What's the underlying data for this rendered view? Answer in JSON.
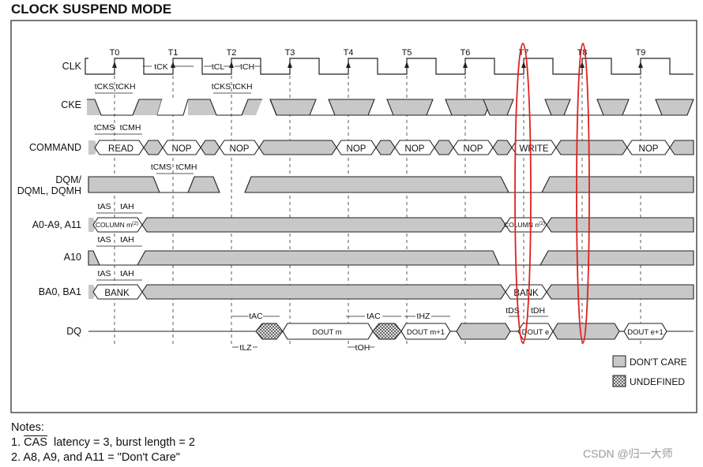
{
  "title": "CLOCK SUSPEND MODE",
  "signals": {
    "clk": "CLK",
    "cke": "CKE",
    "command": "COMMAND",
    "dqm_1": "DQM/",
    "dqm_2": "DQML, DQMH",
    "a0a9": "A0-A9, A11",
    "a10": "A10",
    "ba": "BA0, BA1",
    "dq": "DQ"
  },
  "clock_ticks": [
    "T0",
    "T1",
    "T2",
    "T3",
    "T4",
    "T5",
    "T6",
    "T7",
    "T8",
    "T9"
  ],
  "commands": {
    "read": "READ",
    "nop1": "NOP",
    "nop2": "NOP",
    "nop3": "NOP",
    "nop4": "NOP",
    "nop5": "NOP",
    "write": "WRITE",
    "nop6": "NOP"
  },
  "address": {
    "col_m": "COLUMN m",
    "col_m_sup": "(2)",
    "col_n": "COLUMN n",
    "col_n_sup": "(2)",
    "bank1": "BANK",
    "bank2": "BANK"
  },
  "data": {
    "dout_m": "DOUT m",
    "dout_m1": "DOUT m+1",
    "dout_e": "DOUT e",
    "dout_e1": "DOUT e+1"
  },
  "timing": {
    "tck": "tCK",
    "tcl": "tCL",
    "tch": "tCH",
    "tcks1": "tCKS",
    "tckh1": "tCKH",
    "tcks2": "tCKS",
    "tckh2": "tCKH",
    "tcms1": "tCMS",
    "tcmh1": "tCMH",
    "tcms2": "tCMS",
    "tcmh2": "tCMH",
    "tas1": "tAS",
    "tah1": "tAH",
    "tas2": "tAS",
    "tah2": "tAH",
    "tas3": "tAS",
    "tah3": "tAH",
    "tac1": "tAC",
    "tac2": "tAC",
    "tlz": "tLZ",
    "toh": "tOH",
    "thz": "tHZ",
    "tds": "tDS",
    "tdh": "tDH"
  },
  "legend": {
    "dont_care": "DON'T CARE",
    "undefined": "UNDEFINED"
  },
  "notes": {
    "heading": "Notes:",
    "n1_prefix": "1. ",
    "n1_cas": "CAS",
    "n1_rest": "  latency = 3, burst length = 2",
    "n2": "2. A8, A9, and A11 = \"Don't Care\""
  },
  "watermark": "CSDN @归一大师",
  "colors": {
    "dont_care_fill": "#c8c8c8",
    "line": "#222222",
    "highlight": "#e02020"
  }
}
